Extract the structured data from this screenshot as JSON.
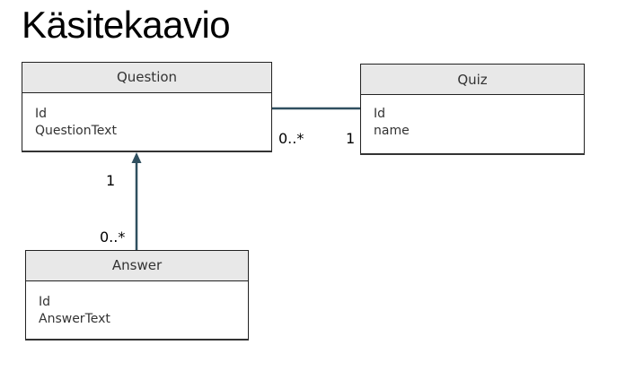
{
  "title": "Käsitekaavio",
  "classes": {
    "question": {
      "name": "Question",
      "attributes": [
        "Id",
        "QuestionText"
      ]
    },
    "quiz": {
      "name": "Quiz",
      "attributes": [
        "Id",
        "name"
      ]
    },
    "answer": {
      "name": "Answer",
      "attributes": [
        "Id",
        "AnswerText"
      ]
    }
  },
  "associations": {
    "question_quiz": {
      "question_end": "0..*",
      "quiz_end": "1"
    },
    "answer_question": {
      "question_end": "1",
      "answer_end": "0..*"
    }
  },
  "colors": {
    "connector": "#2f4f5f",
    "header_fill": "#e8e8e8",
    "border": "#222222"
  }
}
